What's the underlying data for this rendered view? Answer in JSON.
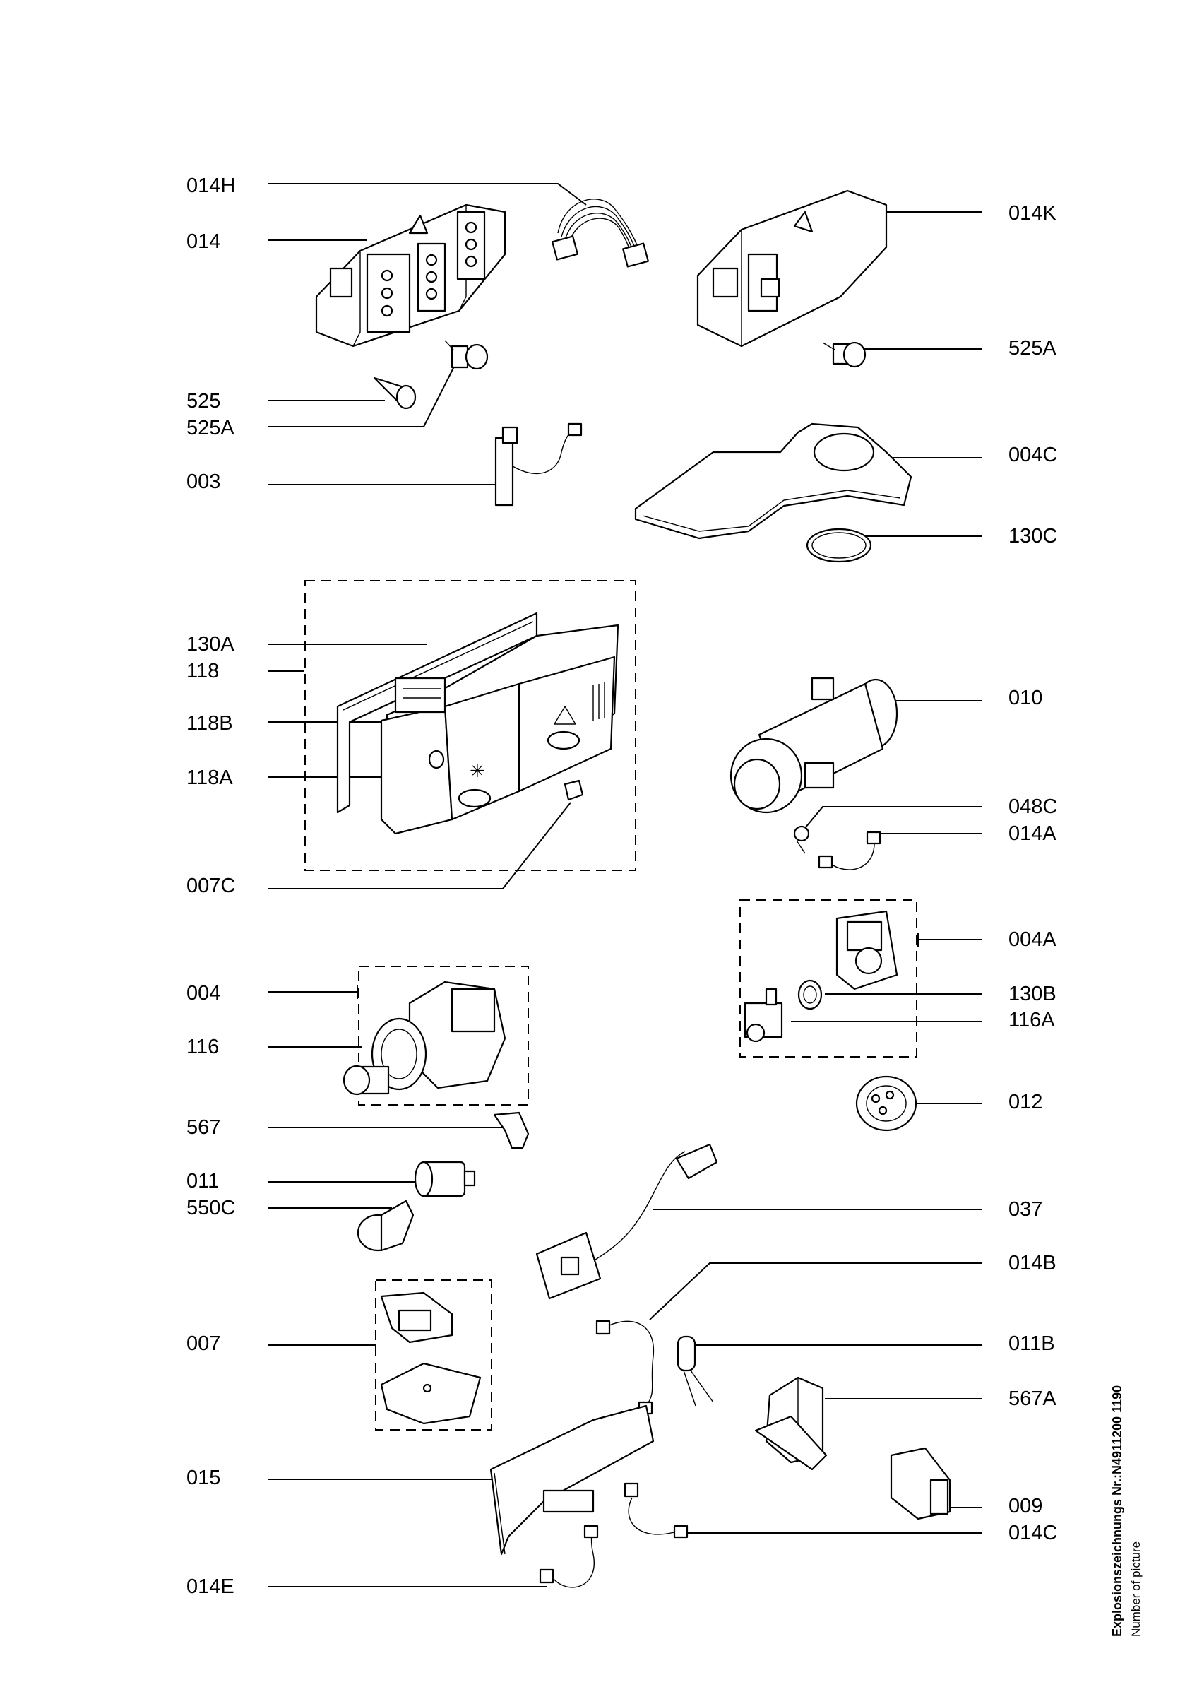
{
  "labels_left": [
    "014H",
    "014",
    "525",
    "525A",
    "003",
    "130A",
    "118",
    "118B",
    "118A",
    "007C",
    "004",
    "116",
    "567",
    "011",
    "550C",
    "007",
    "015",
    "014E"
  ],
  "labels_right": [
    "014K",
    "525A",
    "004C",
    "130C",
    "010",
    "048C",
    "014A",
    "004A",
    "130B",
    "116A",
    "012",
    "037",
    "014B",
    "011B",
    "567A",
    "009",
    "014C"
  ],
  "footer": {
    "drawing_number": "Explosionszeichnungs Nr.:N4911200 1190",
    "number_of_picture": "Number of picture"
  }
}
